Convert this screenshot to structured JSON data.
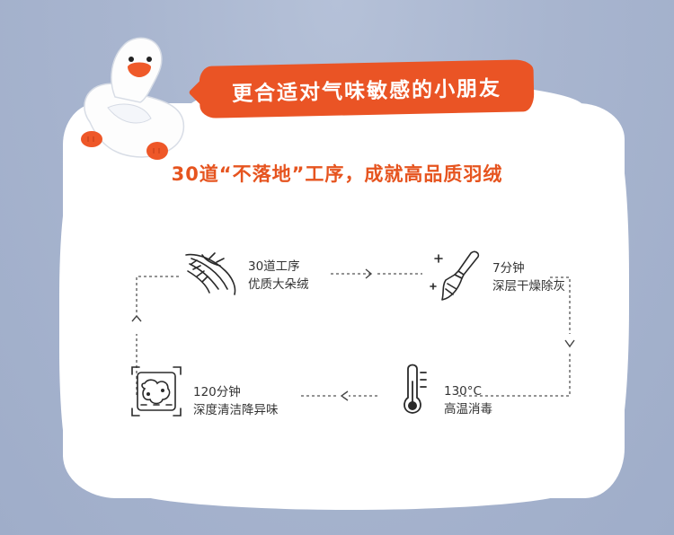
{
  "banner": {
    "title": "更合适对气味敏感的小朋友"
  },
  "subtitle": "30道“不落地”工序，成就高品质羽绒",
  "steps": [
    {
      "line1": "30道工序",
      "line2": "优质大朵绒",
      "icon": "feather-icon"
    },
    {
      "line1": "7分钟",
      "line2": "深层干燥除灰",
      "icon": "brush-icon"
    },
    {
      "line1": "130°C",
      "line2": "高温消毒",
      "icon": "thermometer-icon"
    },
    {
      "line1": "120分钟",
      "line2": "深度清洁降异味",
      "icon": "washing-icon"
    }
  ],
  "colors": {
    "background": "#a8b5cf",
    "accent": "#ea5425",
    "subtitle": "#e6541f",
    "card": "#ffffff"
  }
}
